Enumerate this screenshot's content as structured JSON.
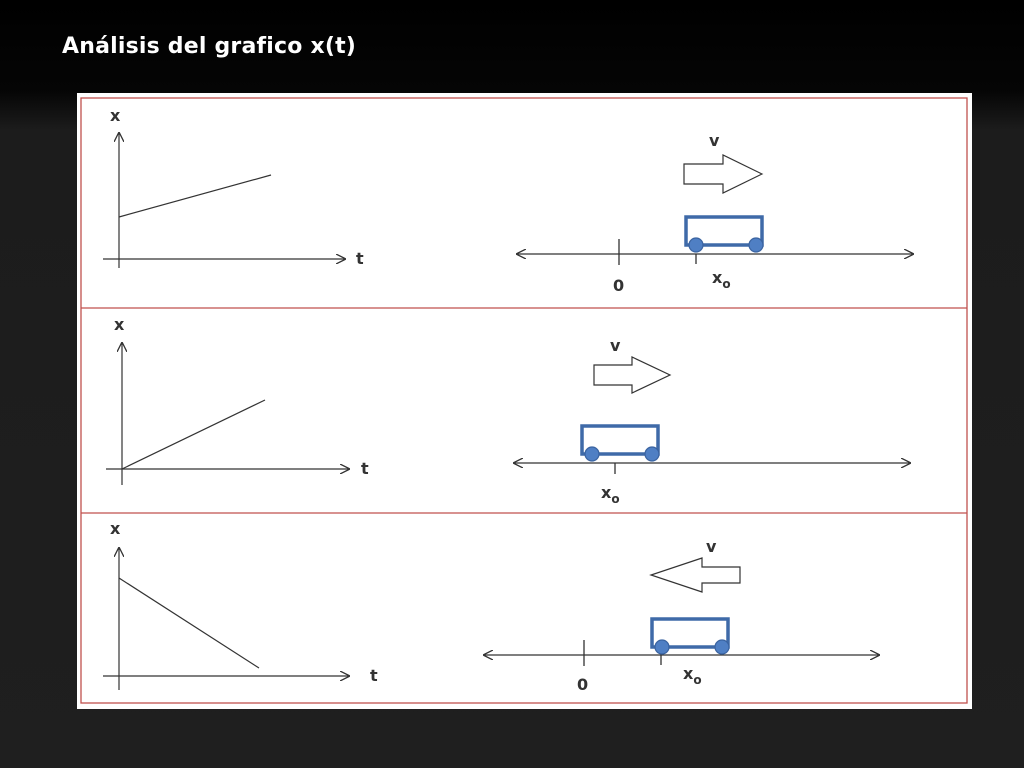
{
  "title": "Análisis del grafico x(t)",
  "colors": {
    "background": "#1f1f1f",
    "title_text": "#ffffff",
    "panel": "#ffffff",
    "border": "#c0504d",
    "line": "#333333",
    "cart": "#3f6aa8",
    "wheel": "#4f7fc4"
  },
  "panels": [
    {
      "graph": {
        "x_axis_label": "x",
        "t_axis_label": "t",
        "line": "positive intercept, increasing"
      },
      "motion": {
        "velocity_label": "v",
        "arrow_direction": "right",
        "origin_label": "0",
        "position_label": "x",
        "position_subscript": "o"
      }
    },
    {
      "graph": {
        "x_axis_label": "x",
        "t_axis_label": "t",
        "line": "starts at origin, increasing"
      },
      "motion": {
        "velocity_label": "v",
        "arrow_direction": "right",
        "origin_label": "",
        "position_label": "x",
        "position_subscript": "o"
      }
    },
    {
      "graph": {
        "x_axis_label": "x",
        "t_axis_label": "t",
        "line": "positive intercept, decreasing"
      },
      "motion": {
        "velocity_label": "v",
        "arrow_direction": "left",
        "origin_label": "0",
        "position_label": "x",
        "position_subscript": "o"
      }
    }
  ]
}
